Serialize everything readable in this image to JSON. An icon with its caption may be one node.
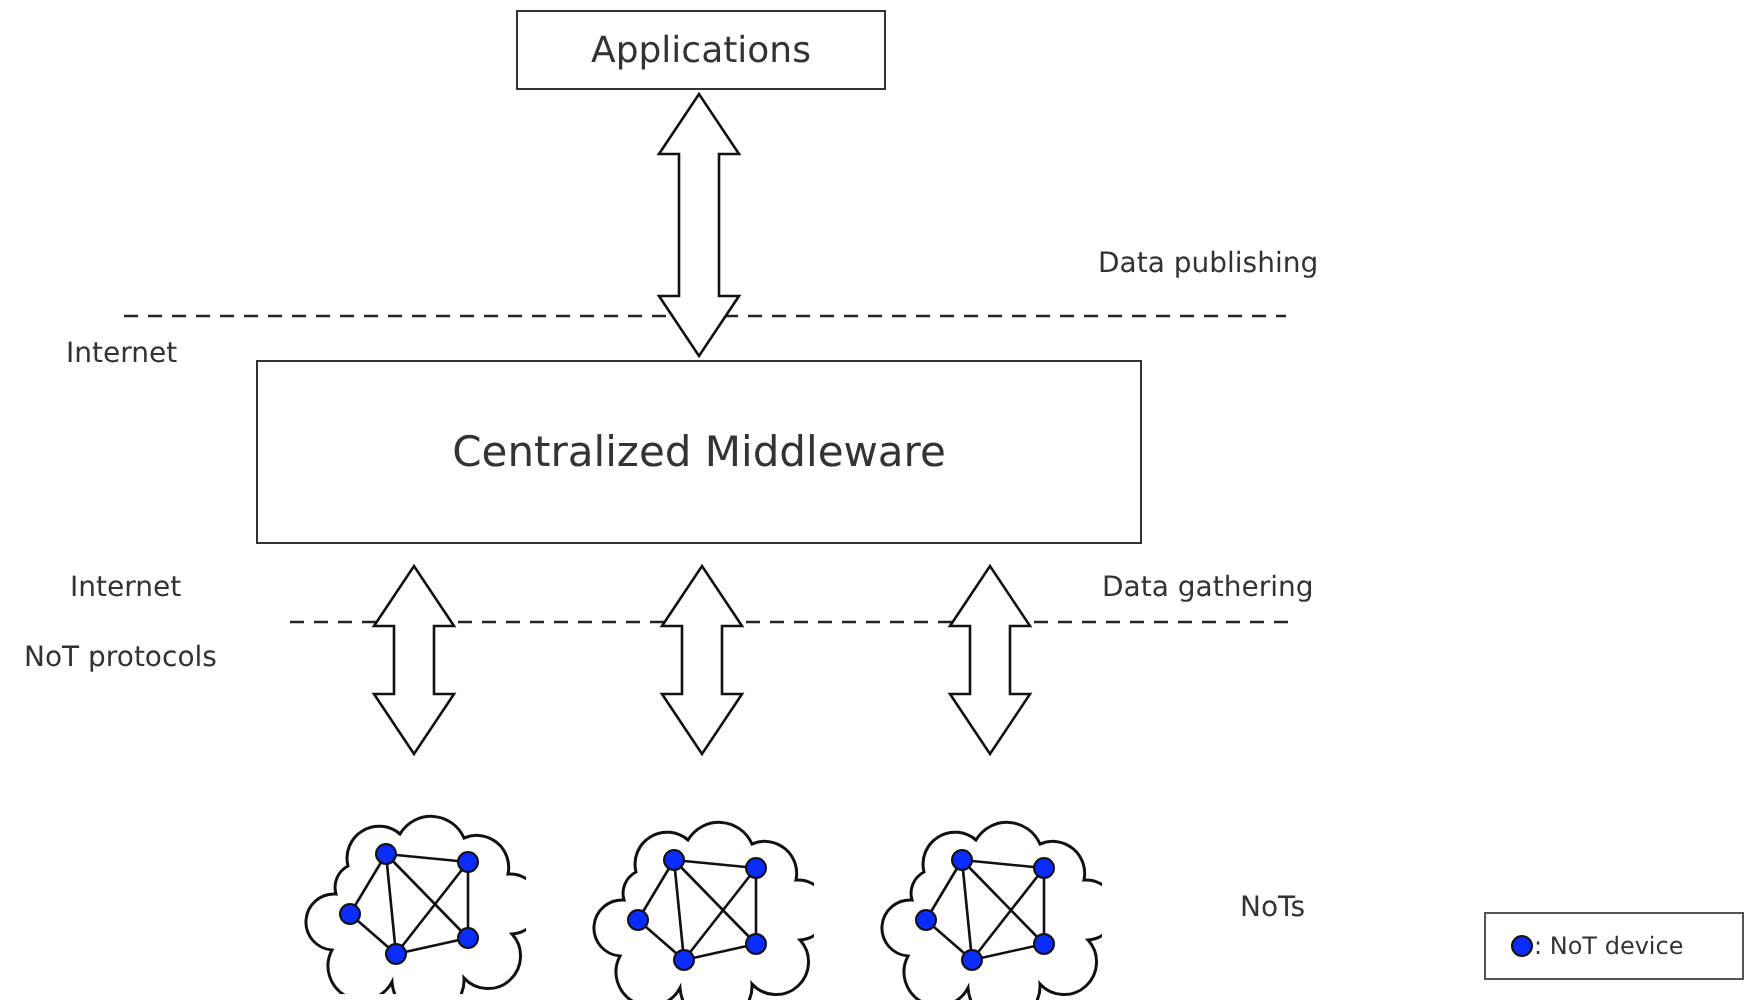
{
  "diagram": {
    "nodes": [
      {
        "text": [
          "Applications"
        ]
      },
      {
        "text": [
          "Centralized Middleware"
        ]
      },
      {
        "text": [],
        "shape": "cloud"
      },
      {
        "text": [],
        "shape": "cloud"
      },
      {
        "text": [],
        "shape": "cloud"
      }
    ],
    "edges": [
      {
        "from": 0,
        "to": 1,
        "arrow": "both"
      },
      {
        "from": 1,
        "to": 2,
        "arrow": "both"
      },
      {
        "from": 1,
        "to": 3,
        "arrow": "both"
      },
      {
        "from": 1,
        "to": 4,
        "arrow": "both"
      }
    ],
    "labels": [
      "Data publishing",
      "Internet",
      "Internet",
      "Data gathering",
      "NoT protocols",
      "NoTs"
    ],
    "legend": [
      {
        "text": ": NoT device",
        "color": "#0a2cff"
      }
    ]
  }
}
